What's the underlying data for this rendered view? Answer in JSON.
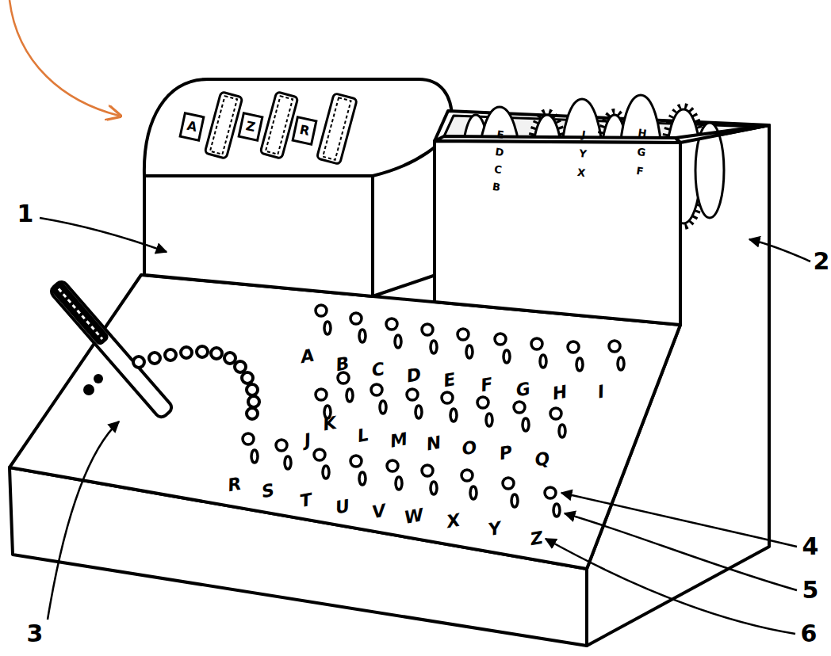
{
  "diagram": {
    "labels": [
      "1",
      "2",
      "3",
      "4",
      "5",
      "6",
      "A",
      "B",
      "C",
      "D",
      "E",
      "F",
      "G",
      "H",
      "I",
      "J",
      "K",
      "L",
      "M",
      "N",
      "O",
      "P",
      "Q",
      "R",
      "S",
      "T",
      "U",
      "V",
      "W",
      "X",
      "Y",
      "Z",
      "A",
      "Z",
      "R",
      "E",
      "D",
      "C",
      "B",
      "J",
      "Y",
      "X",
      "H",
      "G",
      "F"
    ]
  }
}
